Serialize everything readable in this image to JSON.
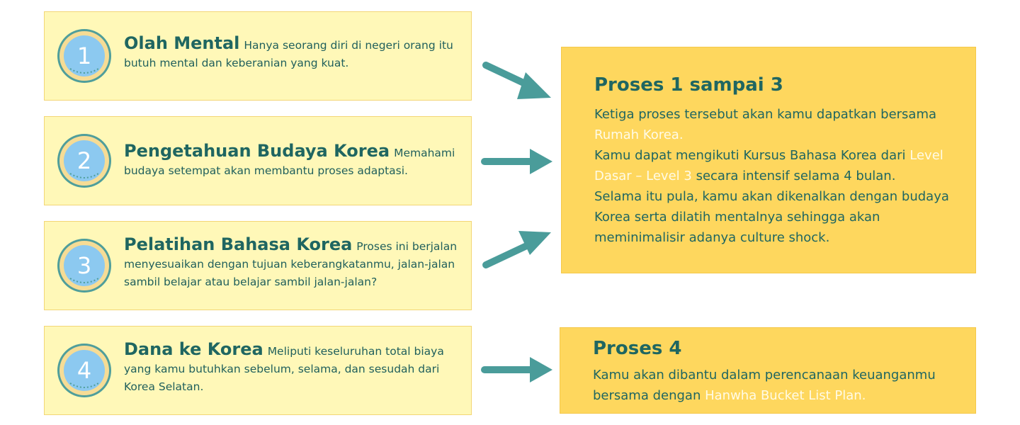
{
  "colors": {
    "step_fill": "#fff8b8",
    "panel_fill": "#fed75e",
    "text": "#1f6661",
    "arrow": "#4a9c9a",
    "badge_fill": "#8cc9f0",
    "highlight": "#fffbe6"
  },
  "steps": [
    {
      "number": "1",
      "title": "Olah Mental",
      "description": "Hanya seorang diri di negeri orang itu butuh mental dan keberanian yang kuat."
    },
    {
      "number": "2",
      "title": "Pengetahuan Budaya Korea",
      "description": "Memahami budaya setempat akan membantu proses adaptasi."
    },
    {
      "number": "3",
      "title": "Pelatihan Bahasa Korea",
      "description": "Proses ini berjalan menyesuaikan dengan tujuan keberangkatanmu, jalan-jalan sambil belajar atau belajar sambil jalan-jalan?"
    },
    {
      "number": "4",
      "title": "Dana ke Korea",
      "description": "Meliputi keseluruhan total biaya yang kamu butuhkan sebelum, selama, dan sesudah dari Korea Selatan."
    }
  ],
  "panel1": {
    "title": "Proses 1 sampai 3",
    "p1_a": "Ketiga proses tersebut akan kamu dapatkan bersama ",
    "p1_hl": "Rumah Korea.",
    "p2_a": "Kamu dapat mengikuti Kursus Bahasa Korea dari ",
    "p2_hl": "Level Dasar – Level 3",
    "p2_b": " secara intensif selama 4 bulan.",
    "p3": "Selama itu pula, kamu akan dikenalkan dengan budaya Korea serta dilatih mentalnya sehingga akan meminimalisir adanya culture shock."
  },
  "panel2": {
    "title": "Proses 4",
    "body_a": "Kamu akan dibantu dalam perencanaan keuanganmu bersama dengan ",
    "body_hl": "Hanwha Bucket List Plan."
  }
}
